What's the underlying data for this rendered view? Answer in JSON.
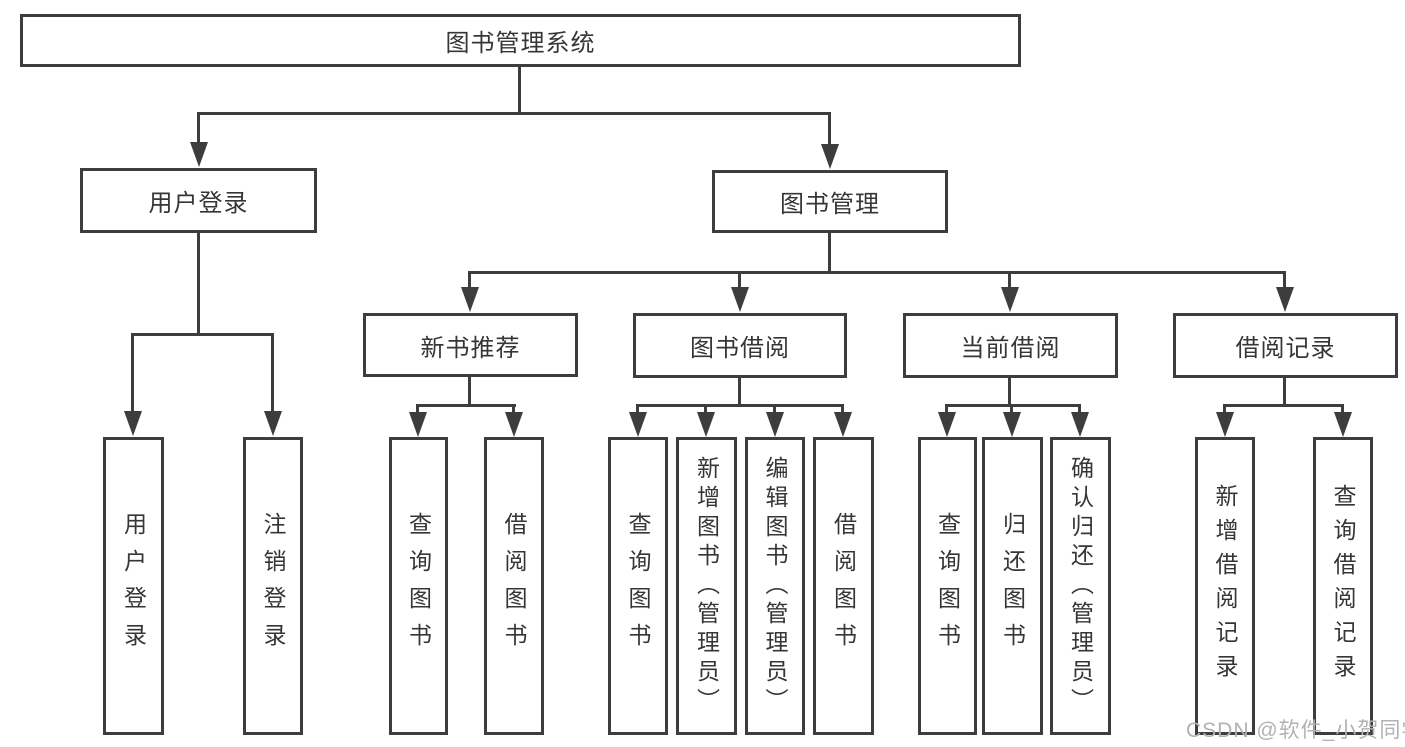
{
  "colors": {
    "line": "#3d3d3d",
    "node_border": "#3d3d3d",
    "node_text": "#363636",
    "background": "#ffffff",
    "watermark": "#b2b2b2"
  },
  "watermark": {
    "text": "CSDN @软件_小贺同学"
  },
  "tree": {
    "label": "图书管理系统",
    "children": [
      {
        "label": "用户登录",
        "children": [
          {
            "label": "用户登录"
          },
          {
            "label": "注销登录"
          }
        ]
      },
      {
        "label": "图书管理",
        "children": [
          {
            "label": "新书推荐",
            "children": [
              {
                "label": "查询图书"
              },
              {
                "label": "借阅图书"
              }
            ]
          },
          {
            "label": "图书借阅",
            "children": [
              {
                "label": "查询图书"
              },
              {
                "label": "新增图书（管理员）"
              },
              {
                "label": "编辑图书（管理员）"
              },
              {
                "label": "借阅图书"
              }
            ]
          },
          {
            "label": "当前借阅",
            "children": [
              {
                "label": "查询图书"
              },
              {
                "label": "归还图书"
              },
              {
                "label": "确认归还（管理员）"
              }
            ]
          },
          {
            "label": "借阅记录",
            "children": [
              {
                "label": "新增借阅记录"
              },
              {
                "label": "查询借阅记录"
              }
            ]
          }
        ]
      }
    ]
  }
}
